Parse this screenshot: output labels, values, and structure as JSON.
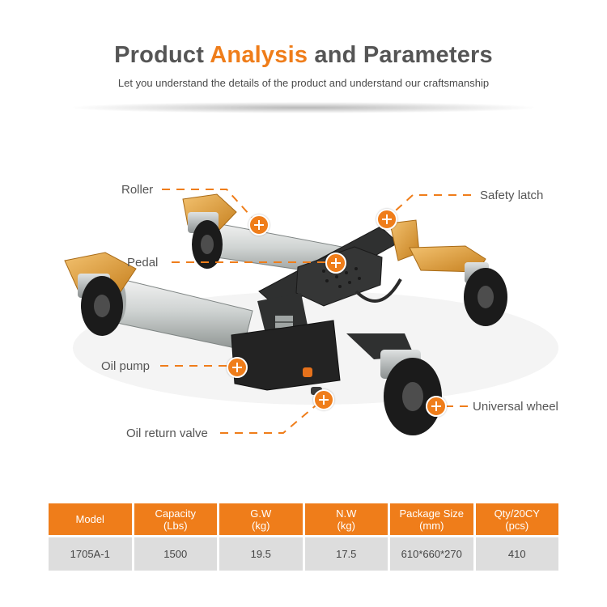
{
  "header": {
    "title_part1": "Product ",
    "title_accent": "Analysis",
    "title_part2": " and Parameters",
    "subtitle": "Let you understand the details of the product and understand our craftsmanship"
  },
  "callouts": {
    "roller": "Roller",
    "safety_latch": "Safety latch",
    "pedal": "Pedal",
    "oil_pump": "Oil pump",
    "universal_wheel": "Universal wheel",
    "oil_return_valve": "Oil return valve"
  },
  "table": {
    "headers": [
      {
        "line1": "Model",
        "line2": ""
      },
      {
        "line1": "Capacity",
        "line2": "(Lbs)"
      },
      {
        "line1": "G.W",
        "line2": "(kg)"
      },
      {
        "line1": "N.W",
        "line2": "(kg)"
      },
      {
        "line1": "Package Size",
        "line2": "(mm)"
      },
      {
        "line1": "Qty/20CY",
        "line2": "(pcs)"
      }
    ],
    "row": [
      "1705A-1",
      "1500",
      "19.5",
      "17.5",
      "610*660*270",
      "410"
    ]
  },
  "colors": {
    "accent": "#ef7d1a",
    "title_gray": "#555555",
    "table_cell": "#dddddd"
  }
}
